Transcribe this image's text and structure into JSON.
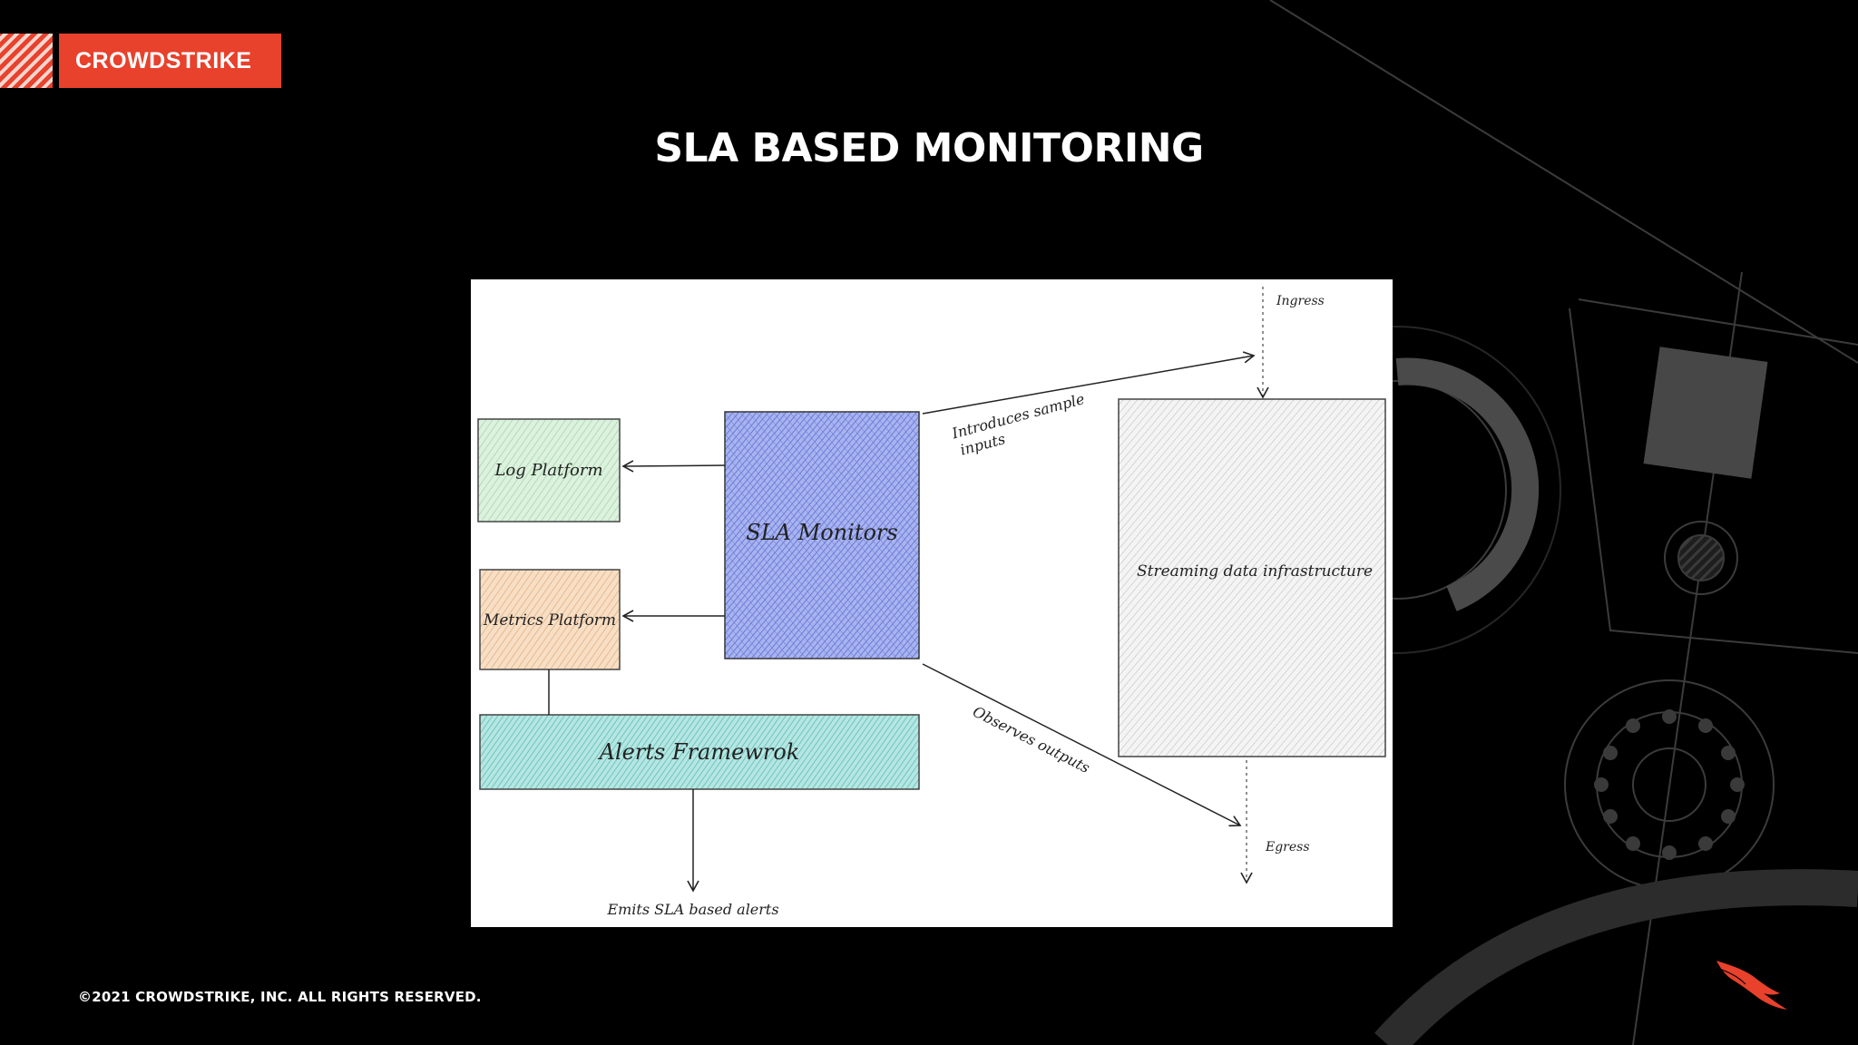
{
  "brand": {
    "logo_text": "CROWDSTRIKE",
    "accent_color": "#e8412c"
  },
  "slide": {
    "title": "SLA BASED MONITORING",
    "copyright": "©2021 CROWDSTRIKE, INC. ALL RIGHTS RESERVED."
  },
  "diagram": {
    "nodes": {
      "log_platform": "Log Platform",
      "metrics_platform": "Metrics Platform",
      "sla_monitors": "SLA Monitors",
      "alerts_framework": "Alerts Framewrok",
      "streaming_infra": "Streaming data infrastructure"
    },
    "labels": {
      "ingress": "Ingress",
      "egress": "Egress",
      "introduces_line1": "Introduces sample",
      "introduces_line2": "inputs",
      "observes": "Observes outputs",
      "emits": "Emits SLA based alerts"
    },
    "colors": {
      "log_platform": "#cfe9d2",
      "metrics_platform": "#f2d2b0",
      "sla_monitors": "#7f8fe0",
      "alerts_framework": "#8fd6d2",
      "streaming_infra": "#e4e4e4"
    }
  },
  "icons": {
    "falcon": "falcon-icon"
  }
}
